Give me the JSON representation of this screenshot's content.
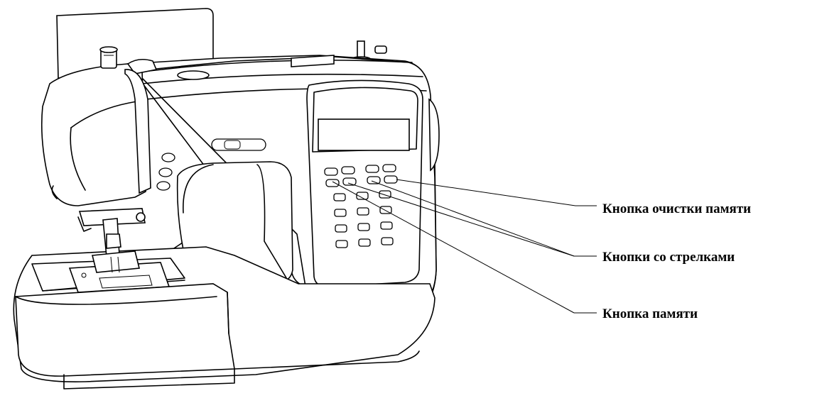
{
  "callouts": {
    "memory_clear": "Кнопка очистки памяти",
    "arrow_buttons": "Кнопки со стрелками",
    "memory": "Кнопка памяти"
  },
  "line_color": "#000000",
  "background": "#ffffff"
}
